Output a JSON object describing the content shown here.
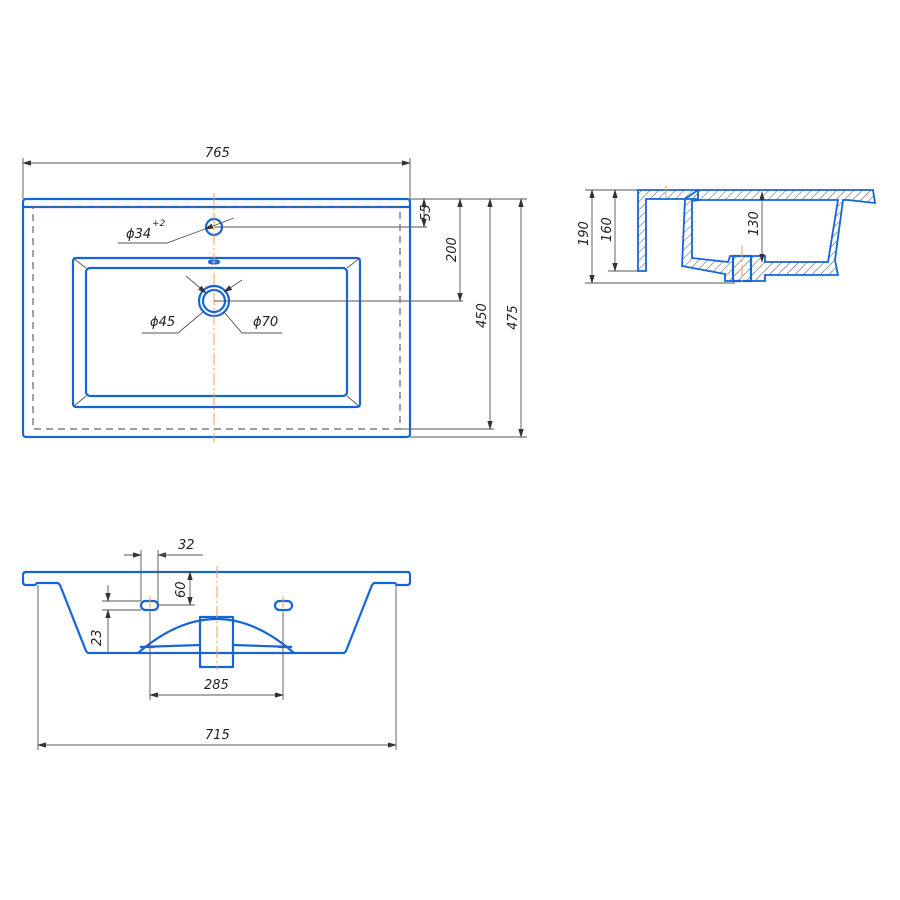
{
  "colors": {
    "outline": "#1565d8",
    "centerline": "#f0a050",
    "dimension": "#555555"
  },
  "top_view": {
    "width": "765",
    "faucet_hole": "ϕ34",
    "faucet_tolerance": "+2",
    "drain_inner": "ϕ45",
    "drain_outer": "ϕ70",
    "dim_55": "55",
    "dim_200": "200",
    "dim_450": "450",
    "dim_475": "475"
  },
  "side_view": {
    "dim_190": "190",
    "dim_160": "160",
    "dim_130": "130"
  },
  "front_view": {
    "dim_32": "32",
    "dim_60": "60",
    "dim_23": "23",
    "dim_285": "285",
    "dim_715": "715"
  }
}
